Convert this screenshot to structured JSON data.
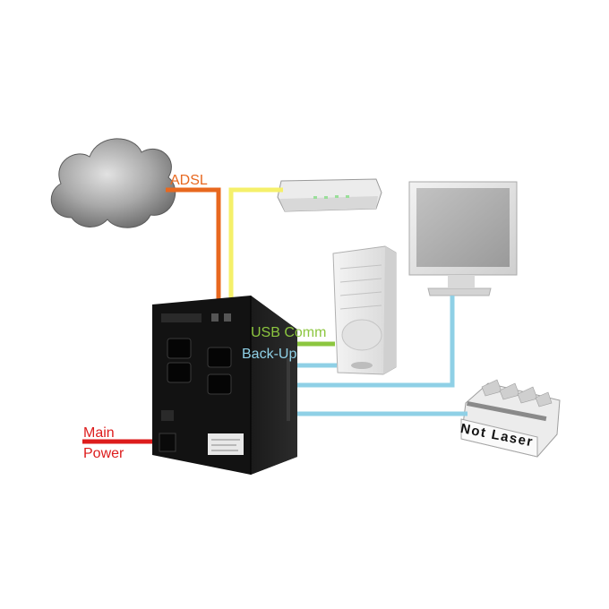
{
  "labels": {
    "adsl": "ADSL",
    "usb_comm": "USB Comm",
    "back_up": "Back-Up",
    "main": "Main",
    "power": "Power",
    "not_laser": "Not Laser"
  },
  "colors": {
    "adsl": "#e8681f",
    "usb_comm": "#8cc63f",
    "back_up": "#8fd0e6",
    "main_power": "#dd1c1c",
    "modem_line": "#f5f06a",
    "ups_body": "#151515"
  },
  "icons": {
    "cloud": "internet-cloud-icon",
    "modem": "adsl-modem-icon",
    "monitor": "lcd-monitor-icon",
    "pc": "desktop-tower-icon",
    "printer": "dot-matrix-printer-icon",
    "ups": "ups-unit-icon"
  }
}
